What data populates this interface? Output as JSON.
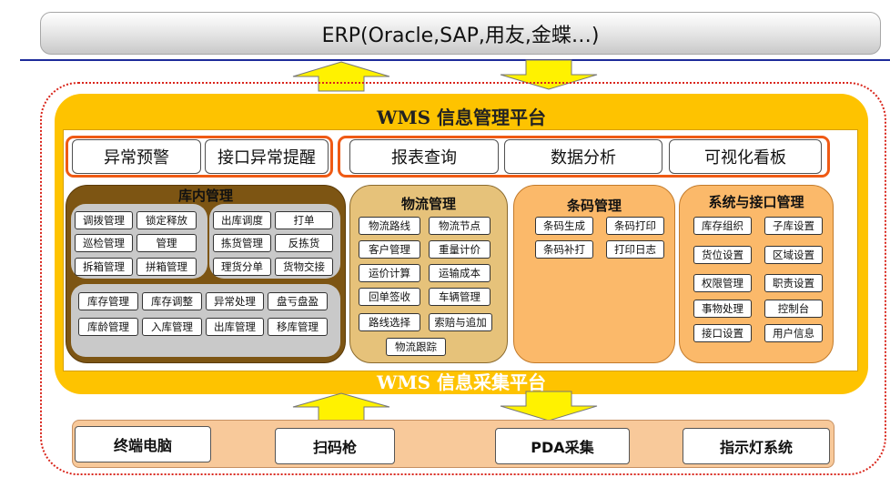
{
  "erp": {
    "title": "ERP(Oracle,SAP,用友,金蝶…)"
  },
  "platform": {
    "title": "WMS 信息管理平台",
    "collect_title": "WMS 信息采集平台"
  },
  "alerts": [
    "异常预警",
    "接口异常提醒"
  ],
  "analytics": [
    "报表查询",
    "数据分析",
    "可视化看板"
  ],
  "modules": {
    "warehouse": {
      "title": "库内管理",
      "group1": [
        "调拨管理",
        "锁定释放",
        "巡检管理",
        "管理",
        "拆箱管理",
        "拼箱管理"
      ],
      "group2": [
        "出库调度",
        "打单",
        "拣货管理",
        "反拣货",
        "理货分单",
        "货物交接"
      ],
      "group3": [
        "库存管理",
        "库存调整",
        "异常处理",
        "盘亏盘盈",
        "库龄管理",
        "入库管理",
        "出库管理",
        "移库管理"
      ]
    },
    "logistics": {
      "title": "物流管理",
      "items": [
        "物流路线",
        "物流节点",
        "客户管理",
        "重量计价",
        "运价计算",
        "运输成本",
        "回单签收",
        "车辆管理",
        "路线选择",
        "索赔与追加",
        "物流跟踪"
      ]
    },
    "barcode": {
      "title": "条码管理",
      "items": [
        "条码生成",
        "条码打印",
        "条码补打",
        "打印日志"
      ]
    },
    "system": {
      "title": "系统与接口管理",
      "items": [
        "库存组织",
        "子库设置",
        "货位设置",
        "区域设置",
        "权限管理",
        "职责设置",
        "事物处理",
        "控制台",
        "接口设置",
        "用户信息"
      ]
    }
  },
  "devices": [
    "终端电脑",
    "扫码枪",
    "PDA采集",
    "指示灯系统"
  ],
  "colors": {
    "platform": "#fec300",
    "frame_accent": "#ef5a14",
    "outer_dotted": "#d9261c",
    "bottom_panel": "#f8c99a",
    "arrow": "#fff200"
  }
}
